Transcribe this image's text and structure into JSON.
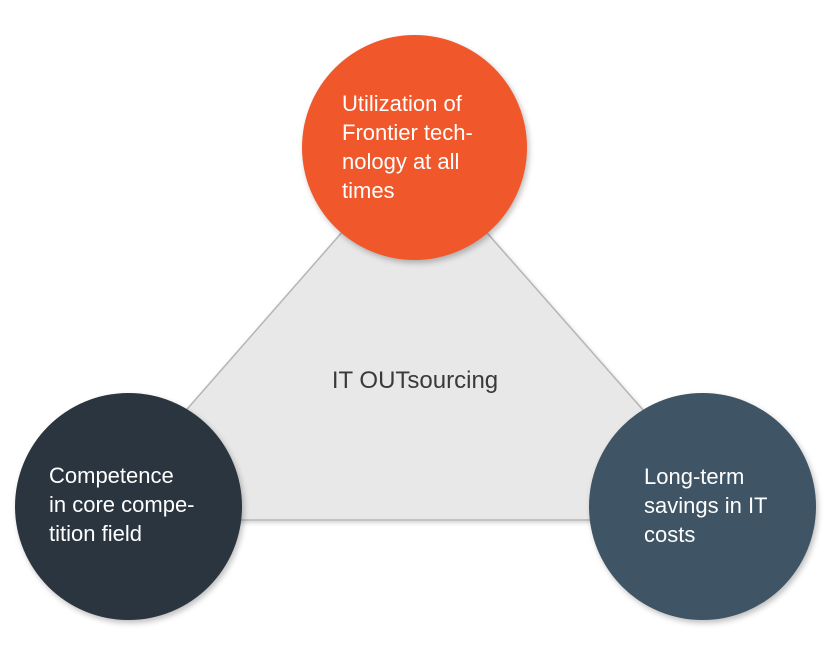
{
  "diagram": {
    "center_label": "IT OUTsourcing",
    "nodes": {
      "top": {
        "label": "Utilization of\nFrontier tech-\nnology at all\ntimes",
        "color": "#f0582b"
      },
      "left": {
        "label": "Competence\nin core compe-\ntition field",
        "color": "#2b353f"
      },
      "right": {
        "label": "Long-term\nsavings in IT\ncosts",
        "color": "#3f5464"
      }
    },
    "triangle_fill": "#e8e8e8",
    "triangle_edge": "#b5b5b5"
  }
}
